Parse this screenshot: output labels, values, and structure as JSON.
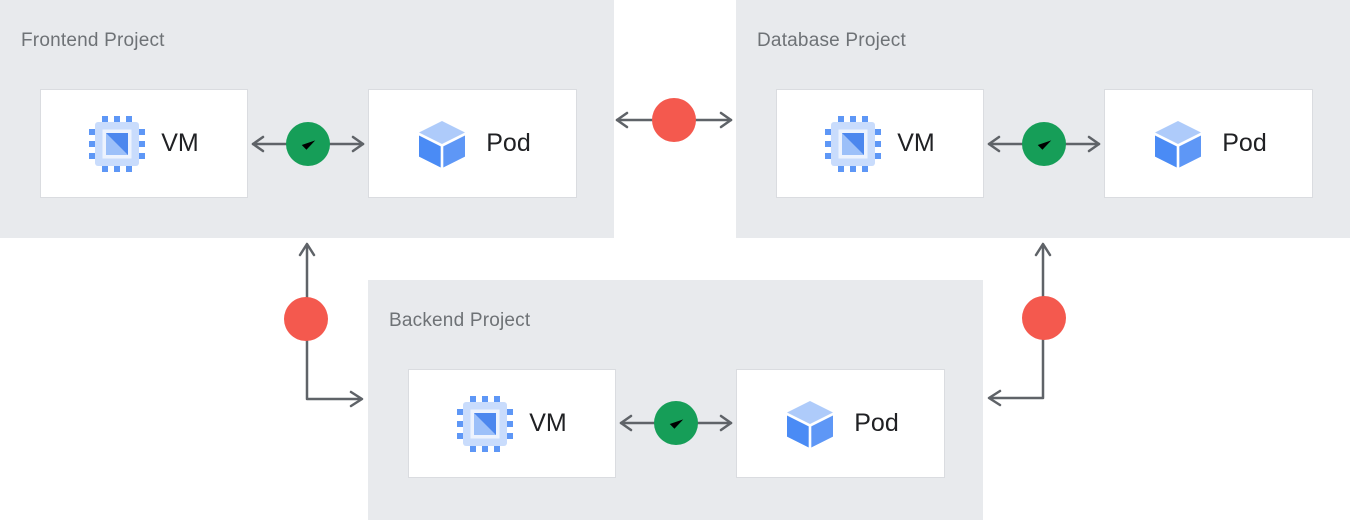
{
  "projects": [
    {
      "label": "Frontend Project",
      "nodes": [
        {
          "label": "VM",
          "icon": "vm-chip-icon"
        },
        {
          "label": "Pod",
          "icon": "pod-cube-icon"
        }
      ],
      "internal_connection": "allowed"
    },
    {
      "label": "Database Project",
      "nodes": [
        {
          "label": "VM",
          "icon": "vm-chip-icon"
        },
        {
          "label": "Pod",
          "icon": "pod-cube-icon"
        }
      ],
      "internal_connection": "allowed"
    },
    {
      "label": "Backend Project",
      "nodes": [
        {
          "label": "VM",
          "icon": "vm-chip-icon"
        },
        {
          "label": "Pod",
          "icon": "pod-cube-icon"
        }
      ],
      "internal_connection": "allowed"
    }
  ],
  "connections": {
    "internal": [
      {
        "project": "Frontend Project",
        "between": [
          "VM",
          "Pod"
        ],
        "status": "allowed",
        "badge": "check-icon"
      },
      {
        "project": "Database Project",
        "between": [
          "VM",
          "Pod"
        ],
        "status": "allowed",
        "badge": "check-icon"
      },
      {
        "project": "Backend Project",
        "between": [
          "VM",
          "Pod"
        ],
        "status": "allowed",
        "badge": "check-icon"
      }
    ],
    "external": [
      {
        "from": "Frontend Project",
        "to": "Database Project",
        "status": "blocked",
        "badge": "x-icon"
      },
      {
        "from": "Frontend Project",
        "to": "Backend Project",
        "status": "blocked",
        "badge": "x-icon"
      },
      {
        "from": "Database Project",
        "to": "Backend Project",
        "status": "blocked",
        "badge": "x-icon"
      }
    ]
  },
  "icons": {
    "vm": "vm-chip-icon",
    "pod": "pod-cube-icon",
    "allowed": "check-icon",
    "blocked": "x-icon"
  },
  "colors": {
    "panel_bg": "#e8eaed",
    "card_bg": "#ffffff",
    "card_border": "#dadce0",
    "connector": "#5f6368",
    "allowed_badge": "#169e58",
    "blocked_badge": "#f4594e",
    "project_label_text": "#6e7276",
    "node_label_text": "#202124",
    "vm_icon_blue": "#4c87ee",
    "vm_icon_light_blue": "#c9dcfc",
    "pod_cube_top": "#aecbfa",
    "pod_cube_left": "#4a8bf5",
    "pod_cube_right": "#5e97f6"
  }
}
